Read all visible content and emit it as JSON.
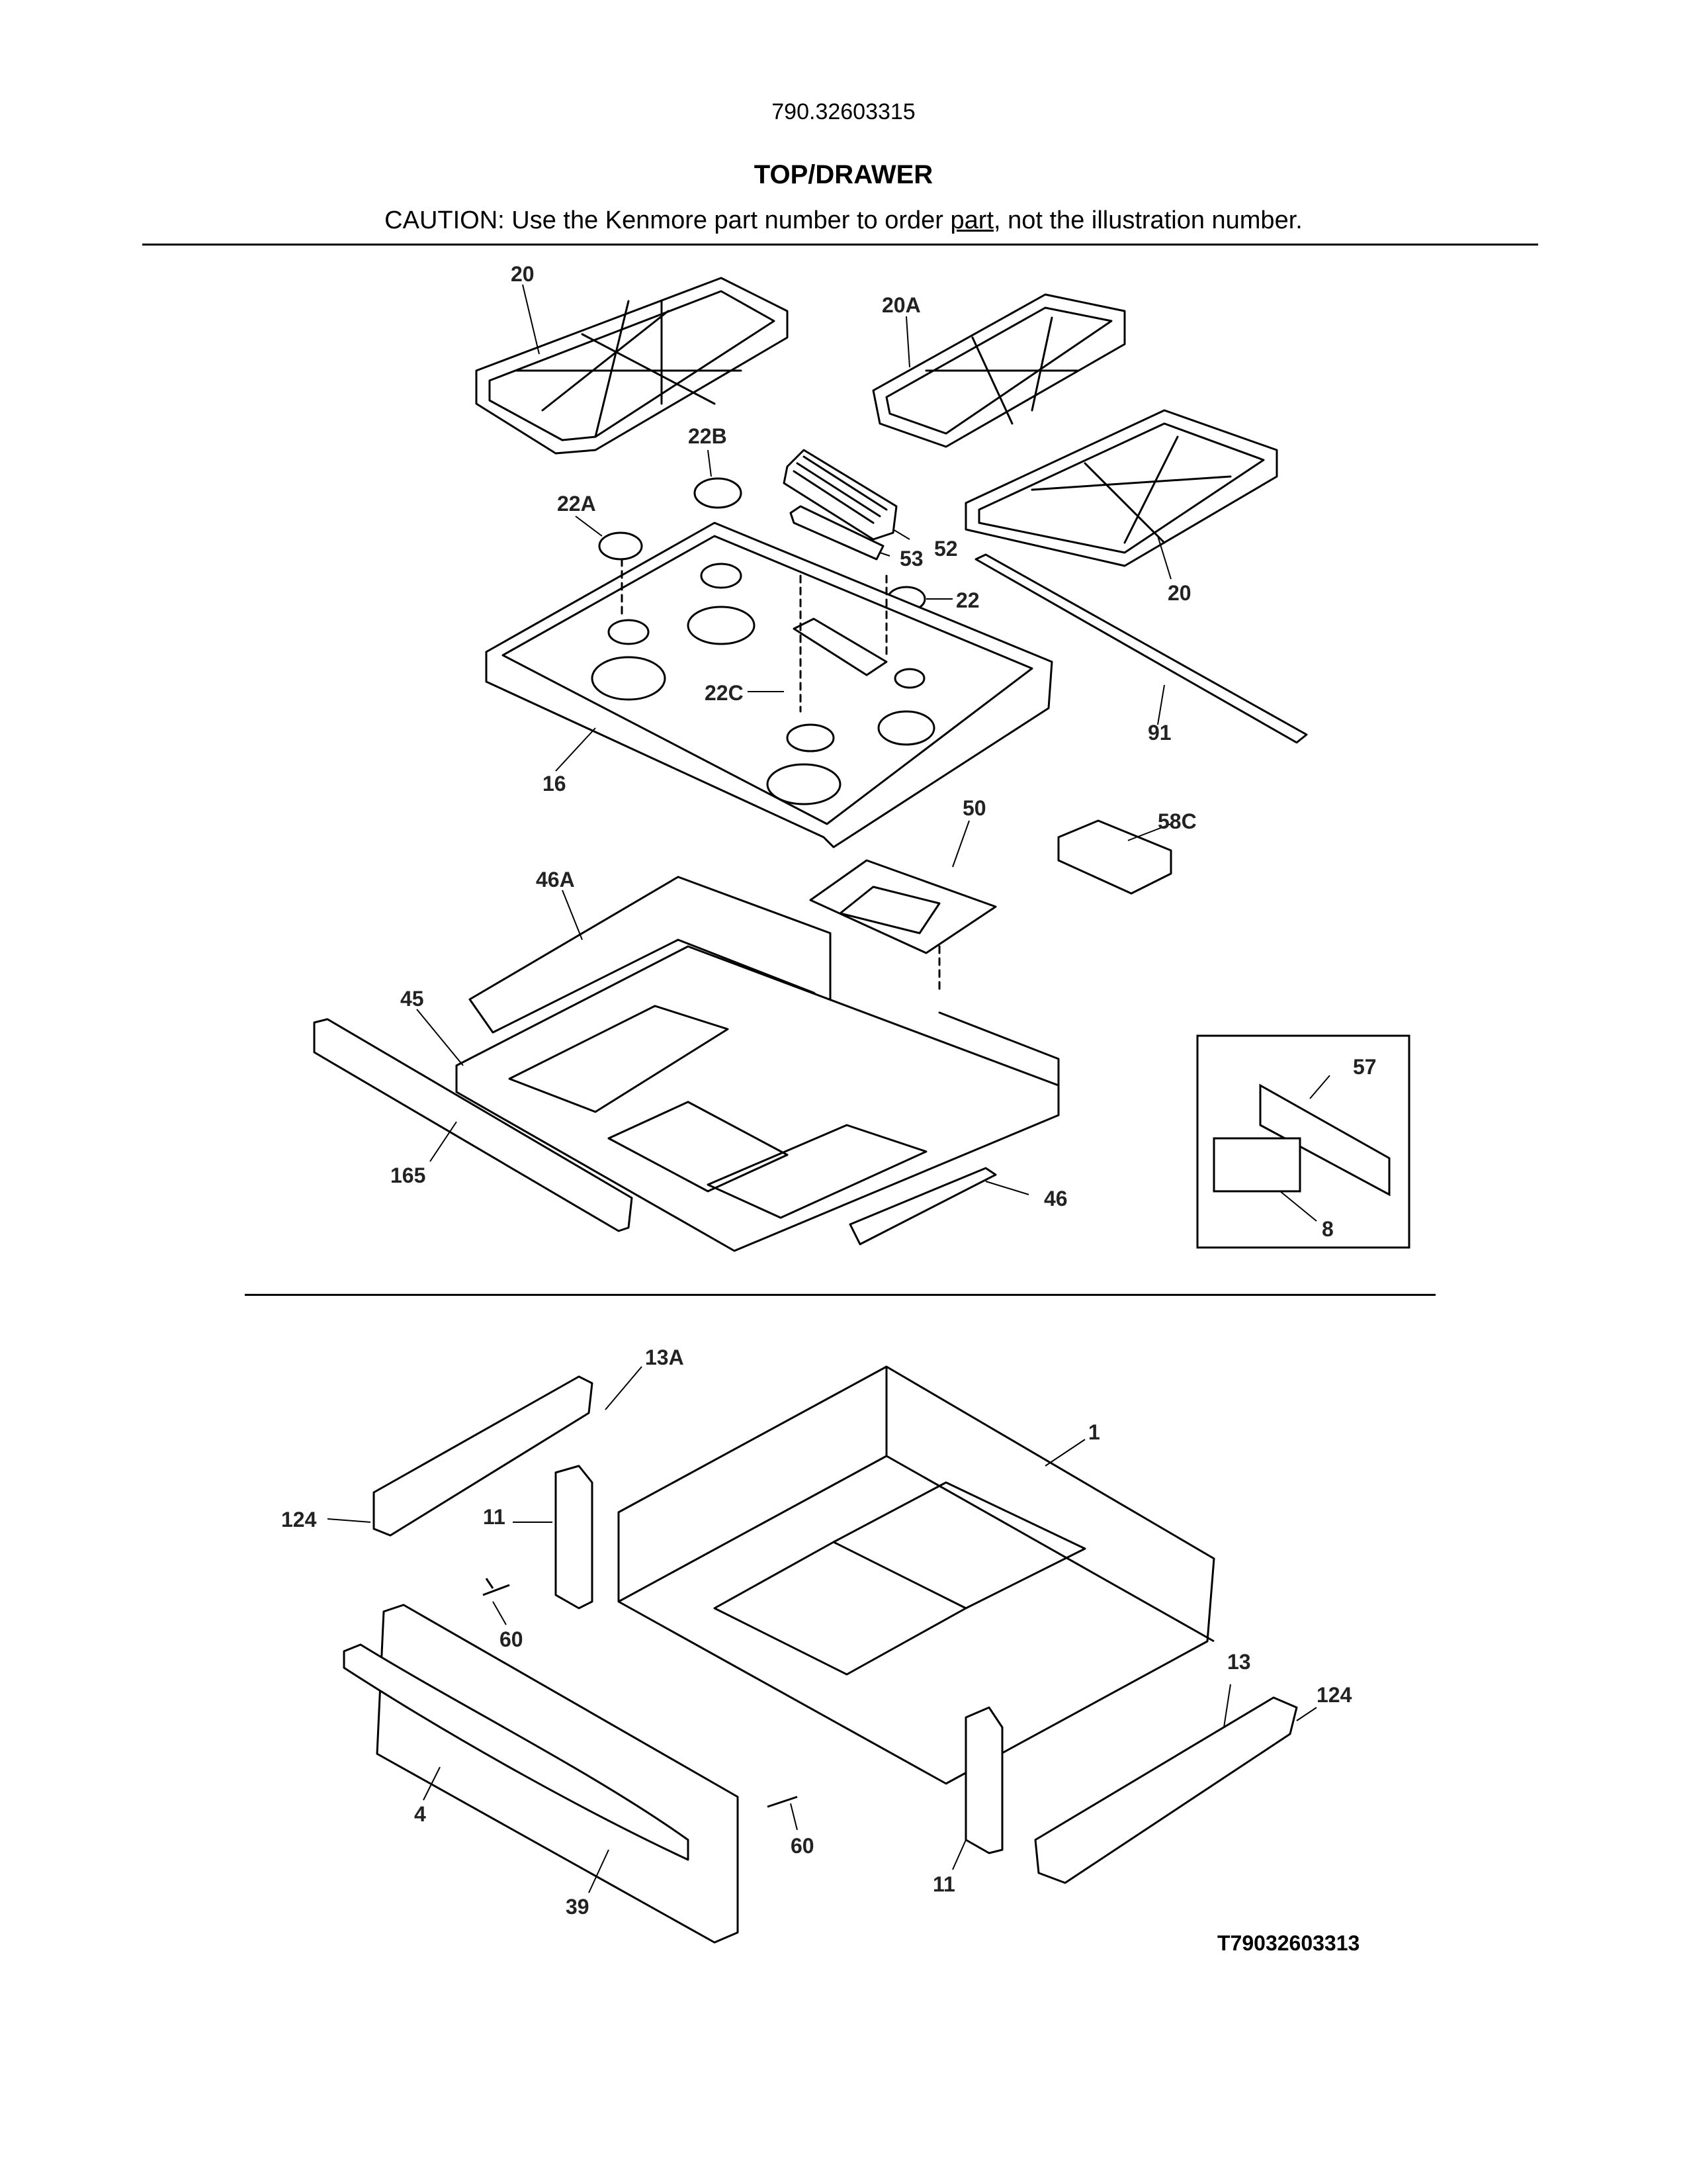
{
  "header": {
    "model_number": "790.32603315",
    "section_title": "TOP/DRAWER",
    "caution_prefix": "CAUTION: Use the Kenmore part number to order ",
    "caution_link": "part",
    "caution_suffix": ", not the illustration number."
  },
  "callouts": {
    "top": [
      "20",
      "20A",
      "22B",
      "22A",
      "52",
      "53",
      "22",
      "20",
      "22C",
      "91",
      "16",
      "50",
      "58C",
      "46A",
      "45",
      "165",
      "46"
    ],
    "inset": [
      "57",
      "8"
    ],
    "drawer": [
      "13A",
      "1",
      "124",
      "11",
      "60",
      "13",
      "124",
      "4",
      "60",
      "11",
      "39"
    ]
  },
  "footer": {
    "drawing_code": "T79032603313"
  },
  "colors": {
    "line": "#000000",
    "background": "#ffffff"
  }
}
